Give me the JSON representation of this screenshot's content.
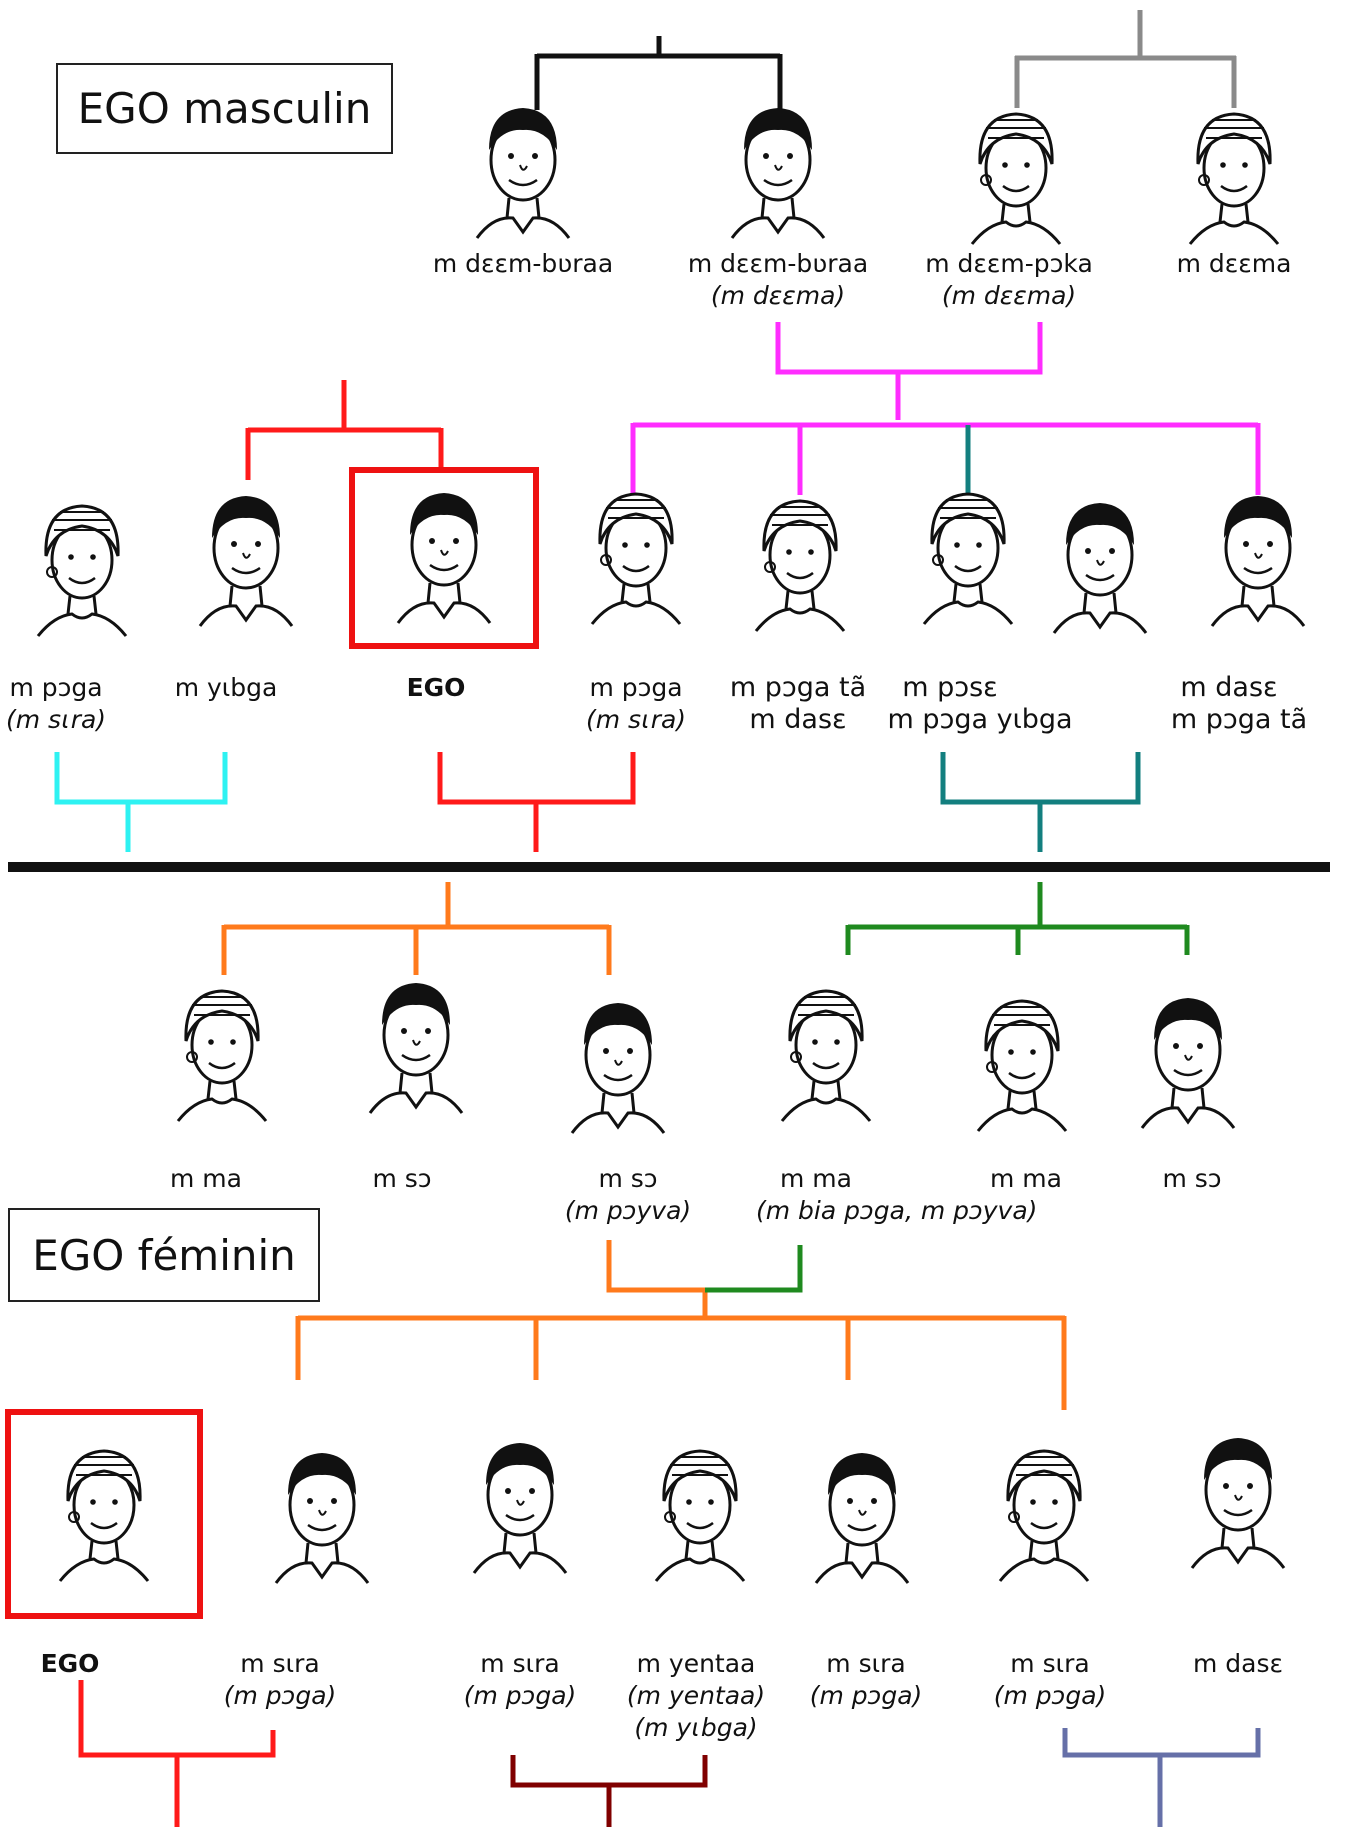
{
  "boxes": {
    "ego_masculin": "EGO masculin",
    "ego_feminin": "EGO féminin"
  },
  "labels": {
    "gp1": {
      "name": "m dεεm-bʋraa"
    },
    "gp2": {
      "name": "m dεεm-bʋraa",
      "alt": "(m dεεma)"
    },
    "gp3": {
      "name": "m dεεm-pɔka",
      "alt": "(m dεεma)"
    },
    "gp4": {
      "name": "m dεεma"
    },
    "g1": {
      "name": "m pɔga",
      "alt": "(m sɩra)"
    },
    "g2": {
      "name": "m yɩbga"
    },
    "g3": {
      "name": "EGO"
    },
    "g4": {
      "name": "m pɔga",
      "alt": "(m sɩra)"
    },
    "g5": {
      "name": "m pɔga tã",
      "alt": "m dasε"
    },
    "g6": {
      "name": "m pɔsε",
      "alt": "m pɔga yɩbga"
    },
    "g7": {
      "name": "m dasε",
      "alt": "m pɔga tã"
    },
    "c1": {
      "name": "m ma"
    },
    "c2": {
      "name": "m sɔ"
    },
    "c3": {
      "name": "m sɔ",
      "alt": "(m pɔyva)"
    },
    "c4": {
      "name": "m ma",
      "alt": "(m bia pɔga, m pɔyva)"
    },
    "c5": {
      "name": "m ma"
    },
    "c6": {
      "name": "m sɔ"
    },
    "f1": {
      "name": "EGO"
    },
    "f2": {
      "name": "m sɩra",
      "alt": "(m pɔga)"
    },
    "f3": {
      "name": "m sɩra",
      "alt": "(m pɔga)"
    },
    "f4": {
      "name": "m yentaa",
      "alt": "(m yentaa)",
      "alt2": "(m yɩbga)"
    },
    "f5": {
      "name": "m sɩra",
      "alt": "(m pɔga)"
    },
    "f6": {
      "name": "m sɩra",
      "alt": "(m pɔga)"
    },
    "f7": {
      "name": "m dasε"
    }
  },
  "colors": {
    "black": "#111111",
    "gray": "#8a8a8a",
    "magenta": "#ff2dff",
    "red": "#ff1a1a",
    "teal": "#137f7f",
    "cyan": "#2ef2f2",
    "orange": "#ff7a1c",
    "green": "#1f8a1f",
    "maroon": "#800000",
    "slate": "#6670a8",
    "ego_frame": "#ee1111"
  }
}
